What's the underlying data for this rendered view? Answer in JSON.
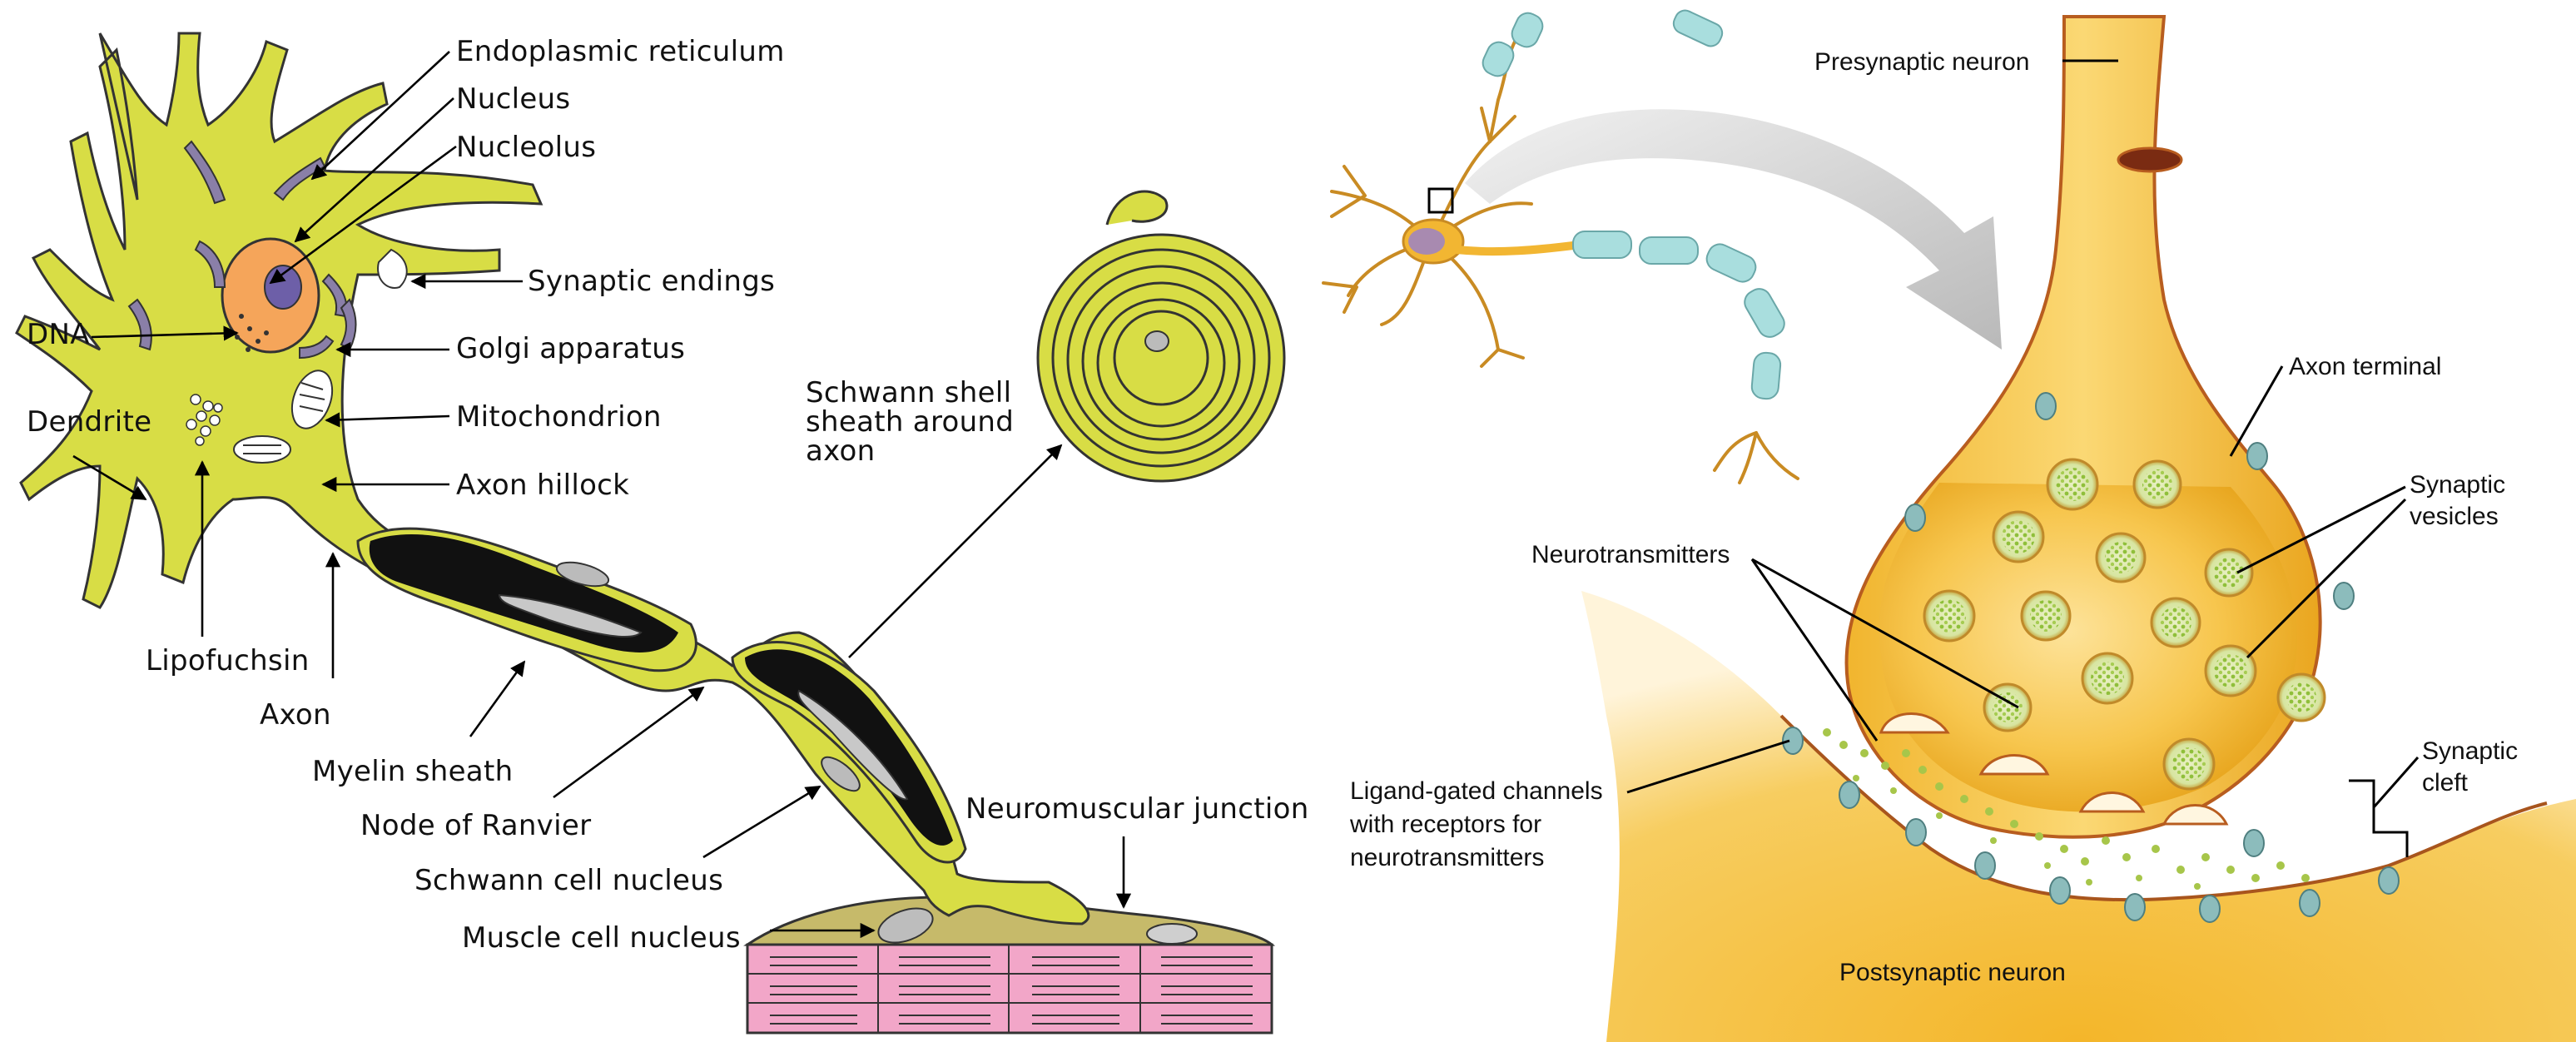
{
  "left_panel": {
    "labels": {
      "endoplasmic_reticulum": "Endoplasmic reticulum",
      "nucleus": "Nucleus",
      "nucleolus": "Nucleolus",
      "synaptic_endings": "Synaptic endings",
      "dna": "DNA",
      "golgi_apparatus": "Golgi apparatus",
      "dendrite": "Dendrite",
      "mitochondrion": "Mitochondrion",
      "axon_hillock": "Axon hillock",
      "lipofuchsin": "Lipofuchsin",
      "axon": "Axon",
      "myelin_sheath": "Myelin sheath",
      "node_of_ranvier": "Node of Ranvier",
      "schwann_cell_nucleus": "Schwann cell nucleus",
      "muscle_cell_nucleus": "Muscle cell nucleus",
      "neuromuscular_junction": "Neuromuscular junction",
      "schwann_shell_line1": "Schwann shell",
      "schwann_shell_line2": "sheath around",
      "schwann_shell_line3": "axon"
    }
  },
  "right_panel": {
    "labels": {
      "presynaptic_neuron": "Presynaptic neuron",
      "axon_terminal": "Axon terminal",
      "synaptic_vesicles_line1": "Synaptic",
      "synaptic_vesicles_line2": "vesicles",
      "neurotransmitters": "Neurotransmitters",
      "ligand_line1": "Ligand-gated channels",
      "ligand_line2": "with receptors for",
      "ligand_line3": "neurotransmitters",
      "synaptic_cleft_line1": "Synaptic",
      "synaptic_cleft_line2": "cleft",
      "postsynaptic_neuron": "Postsynaptic neuron"
    }
  },
  "colors": {
    "neuron_yellow": "#d8dd45",
    "nucleus_orange": "#f5a55a",
    "nucleolus_purple": "#6d5fa8",
    "organelle_purple": "#8a7fa8",
    "muscle_pink": "#f2a6c8",
    "muscle_tan": "#c6ba6a",
    "synapse_gold": "#f2b632",
    "vesicle_green": "#9cc04a",
    "myelin_cyan": "#a9dede"
  }
}
